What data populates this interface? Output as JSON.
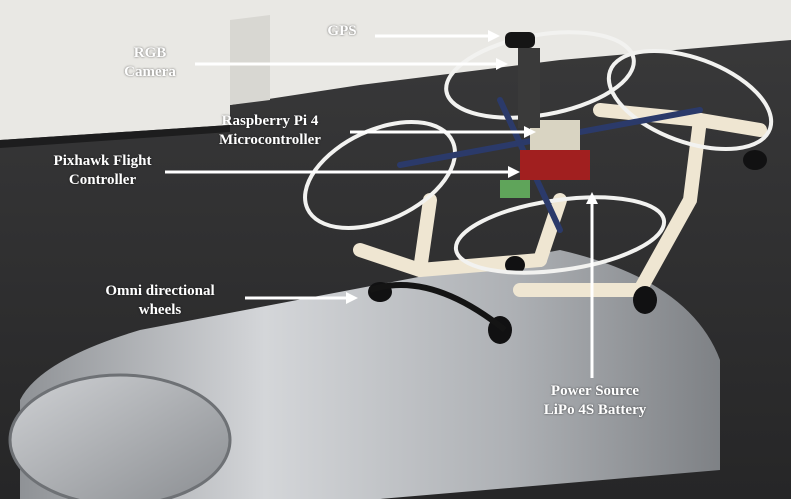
{
  "labels": {
    "gps": "GPS",
    "rgb_camera": [
      "RGB",
      "Camera"
    ],
    "raspberry_pi": [
      "Raspberry Pi 4",
      "Microcontroller"
    ],
    "pixhawk": [
      "Pixhawk Flight",
      "Controller"
    ],
    "omni_wheels": [
      "Omni directional",
      "wheels"
    ],
    "power_source": [
      "Power Source",
      "LiPo 4S Battery"
    ]
  },
  "colors": {
    "annotation": "#ffffff",
    "floor": "#2f2f30",
    "wall": "#e9e8e4",
    "pipe": "#b9bcc0",
    "frame": "#efe6d2"
  }
}
